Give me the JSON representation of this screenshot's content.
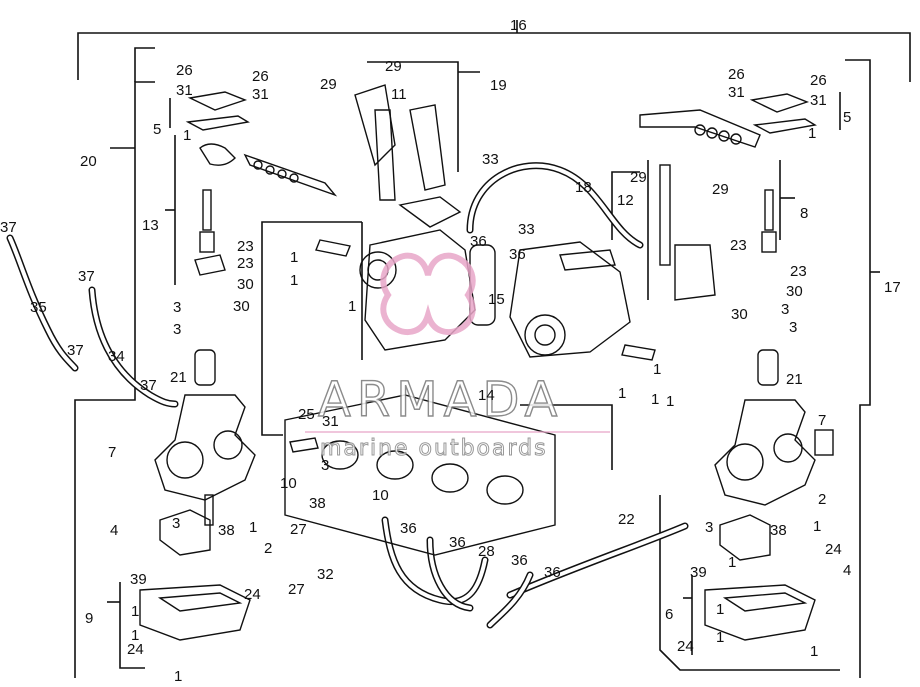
{
  "diagram": {
    "callouts": [
      {
        "id": "16-top",
        "text": "16"
      },
      {
        "id": "17-right",
        "text": "17"
      },
      {
        "id": "18",
        "text": "18"
      },
      {
        "id": "19",
        "text": "19"
      },
      {
        "id": "20",
        "text": "20"
      },
      {
        "id": "21-left",
        "text": "21"
      },
      {
        "id": "21-right",
        "text": "21"
      },
      {
        "id": "22",
        "text": "22"
      },
      {
        "id": "26-l1",
        "text": "26"
      },
      {
        "id": "26-l2",
        "text": "26"
      },
      {
        "id": "31-l1",
        "text": "31"
      },
      {
        "id": "31-l2",
        "text": "31"
      },
      {
        "id": "26-r1",
        "text": "26"
      },
      {
        "id": "26-r2",
        "text": "26"
      },
      {
        "id": "31-r1",
        "text": "31"
      },
      {
        "id": "31-r2",
        "text": "31"
      },
      {
        "id": "29-a",
        "text": "29"
      },
      {
        "id": "29-b",
        "text": "29"
      },
      {
        "id": "11",
        "text": "11"
      },
      {
        "id": "5-left",
        "text": "5"
      },
      {
        "id": "1-left-5",
        "text": "1"
      },
      {
        "id": "5-right",
        "text": "5"
      },
      {
        "id": "1-right-5",
        "text": "1"
      },
      {
        "id": "33-a",
        "text": "33"
      },
      {
        "id": "33-b",
        "text": "33"
      },
      {
        "id": "29-r1",
        "text": "29"
      },
      {
        "id": "29-r2",
        "text": "29"
      },
      {
        "id": "12",
        "text": "12"
      },
      {
        "id": "8",
        "text": "8"
      },
      {
        "id": "13",
        "text": "13"
      },
      {
        "id": "23-l1",
        "text": "23"
      },
      {
        "id": "23-l2",
        "text": "23"
      },
      {
        "id": "30-l1",
        "text": "30"
      },
      {
        "id": "30-l2",
        "text": "30"
      },
      {
        "id": "3-l1",
        "text": "3"
      },
      {
        "id": "3-l2",
        "text": "3"
      },
      {
        "id": "36-a",
        "text": "36"
      },
      {
        "id": "36-b",
        "text": "36"
      },
      {
        "id": "15",
        "text": "15"
      },
      {
        "id": "1-c1",
        "text": "1"
      },
      {
        "id": "1-c2",
        "text": "1"
      },
      {
        "id": "1-c3",
        "text": "1"
      },
      {
        "id": "37-a",
        "text": "37"
      },
      {
        "id": "37-b",
        "text": "37"
      },
      {
        "id": "37-c",
        "text": "37"
      },
      {
        "id": "37-d",
        "text": "37"
      },
      {
        "id": "35",
        "text": "35"
      },
      {
        "id": "34",
        "text": "34"
      },
      {
        "id": "23-r1",
        "text": "23"
      },
      {
        "id": "23-r2",
        "text": "23"
      },
      {
        "id": "30-r1",
        "text": "30"
      },
      {
        "id": "30-r2",
        "text": "30"
      },
      {
        "id": "3-r1",
        "text": "3"
      },
      {
        "id": "3-r2",
        "text": "3"
      },
      {
        "id": "1-mid1",
        "text": "1"
      },
      {
        "id": "1-mid2",
        "text": "1"
      },
      {
        "id": "1-mid3",
        "text": "1"
      },
      {
        "id": "1-mid4",
        "text": "1"
      },
      {
        "id": "14",
        "text": "14"
      },
      {
        "id": "7-left",
        "text": "7"
      },
      {
        "id": "7-right",
        "text": "7"
      },
      {
        "id": "25",
        "text": "25"
      },
      {
        "id": "31-m",
        "text": "31"
      },
      {
        "id": "3-m",
        "text": "3"
      },
      {
        "id": "10-a",
        "text": "10"
      },
      {
        "id": "10-b",
        "text": "10"
      },
      {
        "id": "38-m",
        "text": "38"
      },
      {
        "id": "27-a",
        "text": "27"
      },
      {
        "id": "27-b",
        "text": "27"
      },
      {
        "id": "32",
        "text": "32"
      },
      {
        "id": "36-c",
        "text": "36"
      },
      {
        "id": "36-d",
        "text": "36"
      },
      {
        "id": "36-e",
        "text": "36"
      },
      {
        "id": "36-f",
        "text": "36"
      },
      {
        "id": "28",
        "text": "28"
      },
      {
        "id": "4-left",
        "text": "4"
      },
      {
        "id": "3-ll",
        "text": "3"
      },
      {
        "id": "38-l",
        "text": "38"
      },
      {
        "id": "1-ll",
        "text": "1"
      },
      {
        "id": "2-left",
        "text": "2"
      },
      {
        "id": "39-left",
        "text": "39"
      },
      {
        "id": "24-left",
        "text": "24"
      },
      {
        "id": "9",
        "text": "9"
      },
      {
        "id": "1-9a",
        "text": "1"
      },
      {
        "id": "1-9b",
        "text": "1"
      },
      {
        "id": "24-left2",
        "text": "24"
      },
      {
        "id": "1-9c",
        "text": "1"
      },
      {
        "id": "2-right",
        "text": "2"
      },
      {
        "id": "3-rr",
        "text": "3"
      },
      {
        "id": "38-r",
        "text": "38"
      },
      {
        "id": "1-rr",
        "text": "1"
      },
      {
        "id": "24-right",
        "text": "24"
      },
      {
        "id": "39-right",
        "text": "39"
      },
      {
        "id": "1-rr2",
        "text": "1"
      },
      {
        "id": "4-right",
        "text": "4"
      },
      {
        "id": "6",
        "text": "6"
      },
      {
        "id": "1-6a",
        "text": "1"
      },
      {
        "id": "1-6b",
        "text": "1"
      },
      {
        "id": "24-right2",
        "text": "24"
      },
      {
        "id": "1-6c",
        "text": "1"
      }
    ],
    "watermark": {
      "brand": "ARMADA",
      "tagline": "marine outboards"
    },
    "colors": {
      "ink": "#111111",
      "logo_pink": "#e8a6c8",
      "watermark_gray": "#8a8a8a",
      "background": "#ffffff"
    }
  }
}
